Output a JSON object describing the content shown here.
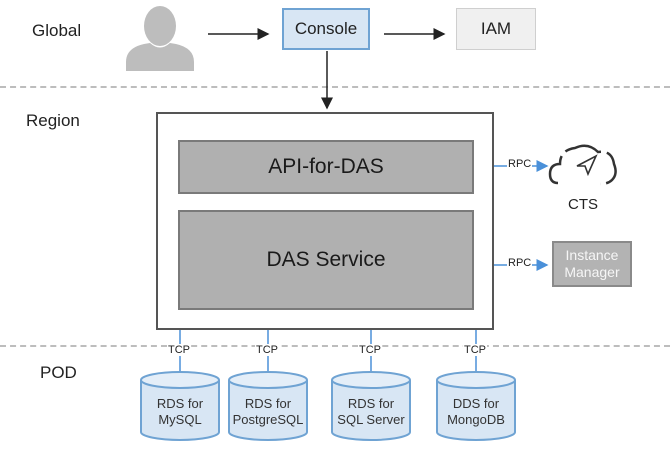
{
  "zones": {
    "global": "Global",
    "region": "Region",
    "pod": "POD"
  },
  "boxes": {
    "console": "Console",
    "iam": "IAM",
    "api": "API-for-DAS",
    "das": "DAS Service",
    "instance_manager_line1": "Instance",
    "instance_manager_line2": "Manager",
    "cts": "CTS"
  },
  "links": {
    "rpc": "RPC",
    "tcp": "TCP"
  },
  "databases": [
    {
      "line1": "RDS for",
      "line2": "MySQL"
    },
    {
      "line1": "RDS for",
      "line2": "PostgreSQL"
    },
    {
      "line1": "RDS for",
      "line2": "SQL Server"
    },
    {
      "line1": "DDS for",
      "line2": "MongoDB"
    }
  ],
  "colors": {
    "console_fill": "#d8e6f4",
    "console_border": "#6fa3d3",
    "db_fill": "#d8e6f4",
    "db_border": "#6fa3d3",
    "connector_blue": "#4a90d9",
    "service_gray": "#b0b0b0",
    "user_icon": "#bdbdbd"
  },
  "icons": {
    "user": "user-icon",
    "cts": "cloud-icon"
  }
}
